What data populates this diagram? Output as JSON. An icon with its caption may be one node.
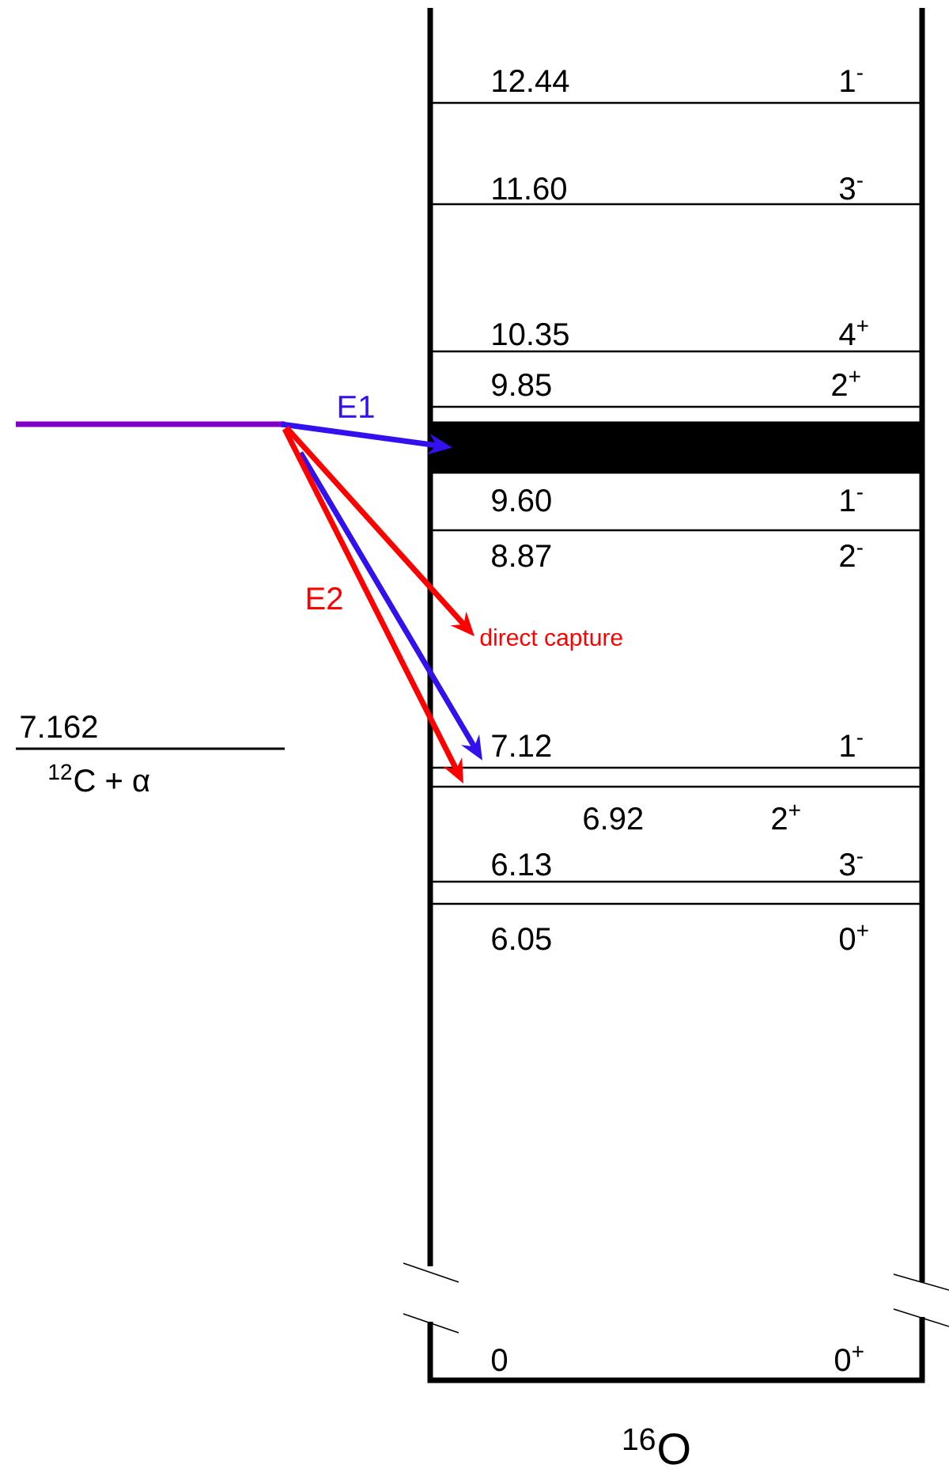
{
  "diagram": {
    "nodes": [
      {
        "text": [
          "$^{16}$O"
        ]
      },
      {
        "text": [
          "12.44",
          "1$^{-}$"
        ],
        "in": 0
      },
      {
        "text": [
          "11.60",
          "3$^{-}$"
        ],
        "in": 0
      },
      {
        "text": [
          "10.35",
          "4$^{+}$"
        ],
        "in": 0
      },
      {
        "text": [
          "9.85",
          "2$^{+}$"
        ],
        "in": 0
      },
      {
        "text": [],
        "shape": "bar",
        "in": 0
      },
      {
        "text": [
          "9.60",
          "1$^{-}$"
        ],
        "in": 0
      },
      {
        "text": [
          "8.87",
          "2$^{-}$"
        ],
        "in": 0
      },
      {
        "text": [
          "direct capture"
        ],
        "in": 0
      },
      {
        "text": [
          "7.12",
          "1$^{-}$"
        ],
        "in": 0
      },
      {
        "text": [
          "6.92",
          "2$^{+}$"
        ],
        "in": 0
      },
      {
        "text": [
          "6.13",
          "3$^{-}$"
        ],
        "in": 0
      },
      {
        "text": [
          "6.05",
          "0$^{+}$"
        ],
        "in": 0
      },
      {
        "text": [
          "0",
          "0$^{+}$"
        ],
        "in": 0
      },
      {
        "text": [
          "7.162",
          "$^{12}$C + α"
        ]
      }
    ],
    "edges": [
      {
        "from": null,
        "to": 5,
        "arrow": "to",
        "label": "E1",
        "color": "#3311ee"
      },
      {
        "from": null,
        "to": 8,
        "arrow": "to",
        "color": "#ff0000"
      },
      {
        "from": null,
        "to": 9,
        "arrow": "to",
        "color": "#3311ee"
      },
      {
        "from": null,
        "to": 10,
        "arrow": "to",
        "label": "E2",
        "color": "#ff0000"
      }
    ]
  }
}
